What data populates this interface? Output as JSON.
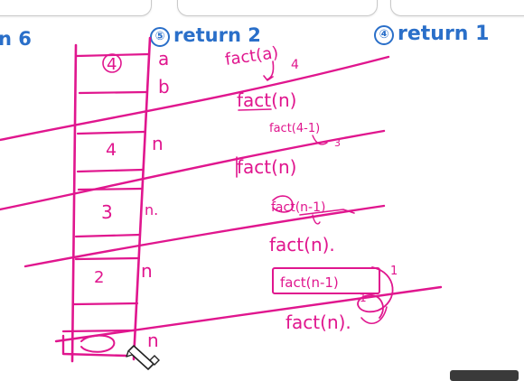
{
  "header": {
    "left_fragment": "n 6",
    "middle": {
      "number": "⑤",
      "text": "return 2"
    },
    "right": {
      "number": "④",
      "text": "return 1"
    }
  },
  "stack": {
    "labels": [
      "4",
      "4",
      "3",
      "2"
    ],
    "var_labels": [
      "a",
      "b",
      "n",
      "n.",
      "n",
      "n"
    ]
  },
  "annotations": {
    "lines": [
      "fact(a)",
      "fact(n)",
      "fact(4-1)",
      "fact(n)",
      "fact(n-1)",
      "fact(n).",
      "fact(n-1)",
      "fact(n)."
    ],
    "small_marks": [
      "4",
      "3",
      "1",
      "1"
    ]
  },
  "colors": {
    "ink": "#e0168e",
    "heading_blue": "#2a6fc9"
  },
  "icons": [
    "pen-cursor-icon"
  ]
}
